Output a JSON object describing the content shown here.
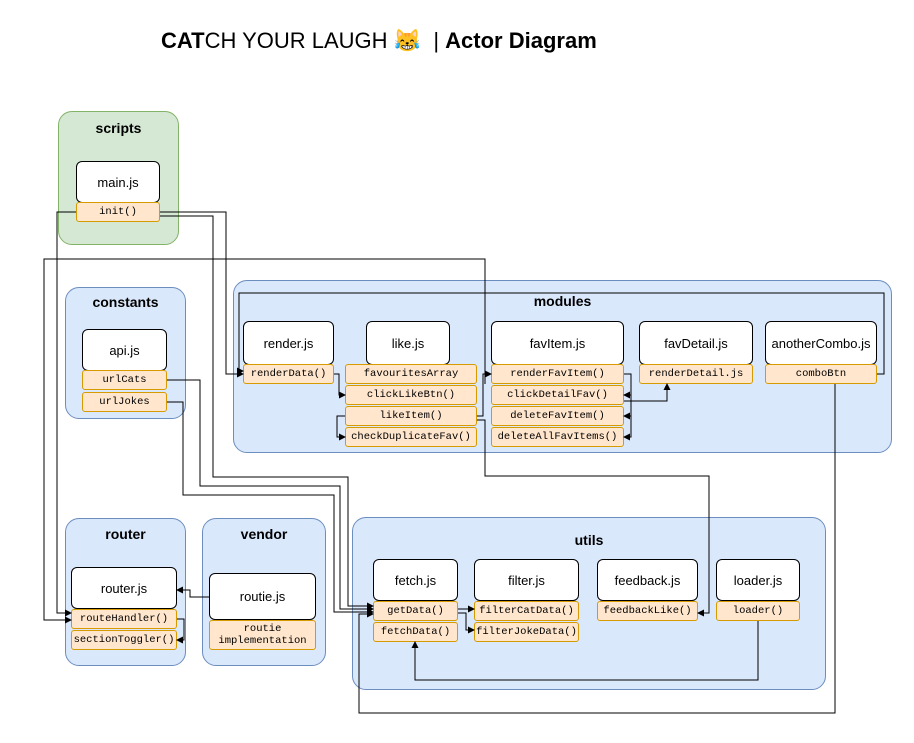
{
  "title": {
    "bold_part": "CAT",
    "rest": "CH YOUR LAUGH",
    "emoji": "😹",
    "separator": "|",
    "subtitle": "Actor Diagram"
  },
  "groups": {
    "scripts": "scripts",
    "constants": "constants",
    "modules": "modules",
    "router": "router",
    "vendor": "vendor",
    "utils": "utils"
  },
  "files": {
    "main": "main.js",
    "api": "api.js",
    "render": "render.js",
    "like": "like.js",
    "favItem": "favItem.js",
    "favDetail": "favDetail.js",
    "anotherCombo": "anotherCombo.js",
    "router": "router.js",
    "routie": "routie.js",
    "fetch": "fetch.js",
    "filter": "filter.js",
    "feedback": "feedback.js",
    "loader": "loader.js"
  },
  "functions": {
    "init": "init()",
    "urlCats": "urlCats",
    "urlJokes": "urlJokes",
    "renderData": "renderData()",
    "favouritesArray": "favouritesArray",
    "clickLikeBtn": "clickLikeBtn()",
    "likeItem": "likeItem()",
    "checkDuplicateFav": "checkDuplicateFav()",
    "renderFavItem": "renderFavItem()",
    "clickDetailFav": "clickDetailFav()",
    "deleteFavItem": "deleteFavItem()",
    "deleteAllFavItems": "deleteAllFavItems()",
    "renderDetail": "renderDetail.js",
    "comboBtn": "comboBtn",
    "routeHandler": "routeHandler()",
    "sectionToggler": "sectionToggler()",
    "routieImpl": "routie implementation",
    "getData": "getData()",
    "fetchData": "fetchData()",
    "filterCatData": "filterCatData()",
    "filterJokeData": "filterJokeData()",
    "feedbackLike": "feedbackLike()",
    "loader": "loader()"
  },
  "colors": {
    "group_fill": "#dae8fc",
    "group_stroke": "#6c8ebf",
    "scripts_fill": "#d5e8d4",
    "scripts_stroke": "#82b366",
    "function_fill": "#ffe6cc",
    "function_stroke": "#d79b00"
  }
}
